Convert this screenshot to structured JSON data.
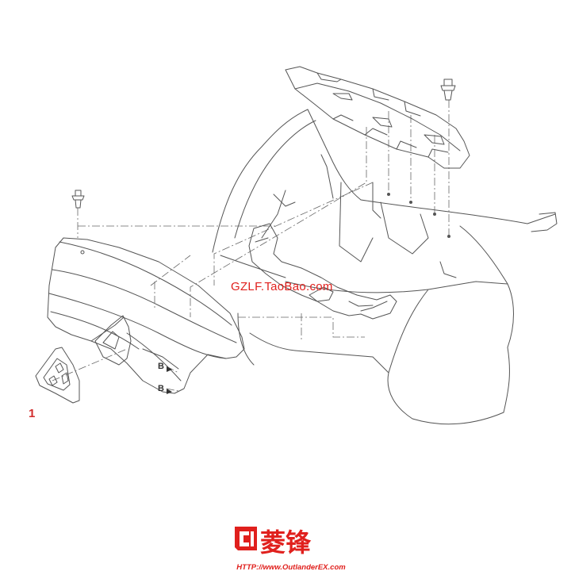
{
  "watermark_text": "GZLF.TaoBao.com",
  "callouts": {
    "part_1": "1",
    "clip_b_upper": "B",
    "clip_b_lower": "B"
  },
  "logo": {
    "brand": "菱锋",
    "url": "HTTP://www.OutlanderEX.com"
  },
  "colors": {
    "line": "#555555",
    "callout_red": "#d12c2c",
    "watermark_red": "#e0201d"
  }
}
